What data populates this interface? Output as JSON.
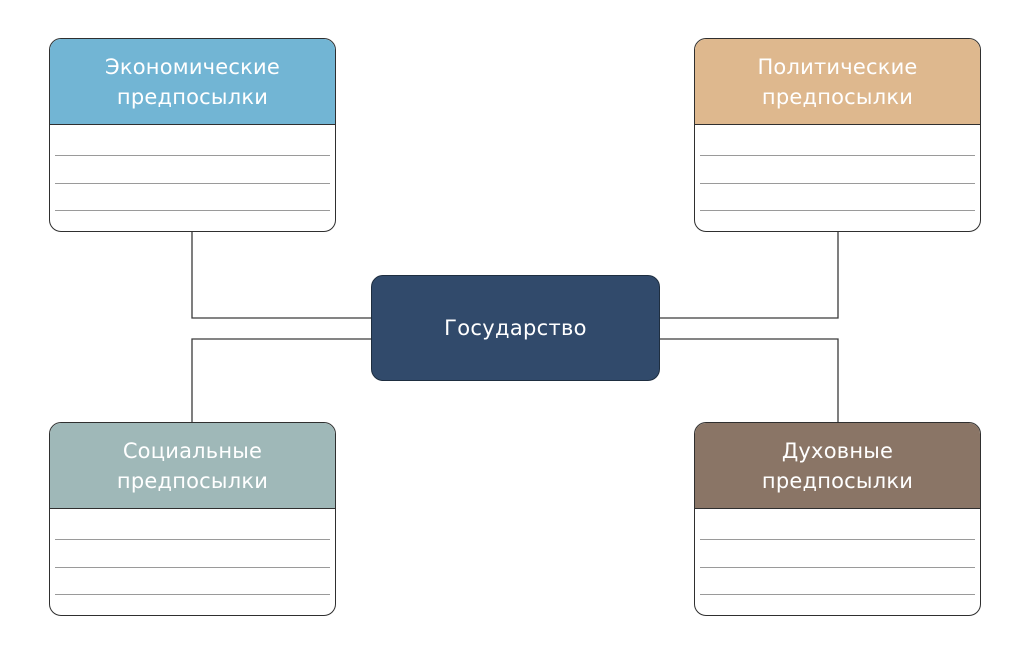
{
  "center": {
    "label": "Государство",
    "color": "#314a6b"
  },
  "cards": {
    "economic": {
      "title": "Экономические\nпредпосылки",
      "color": "#72b5d4"
    },
    "political": {
      "title": "Политические\nпредпосылки",
      "color": "#deb88e"
    },
    "social": {
      "title": "Социальные\nпредпосылки",
      "color": "#9fb8b8"
    },
    "spiritual": {
      "title": "Духовные\nпредпосылки",
      "color": "#8a7566"
    }
  }
}
